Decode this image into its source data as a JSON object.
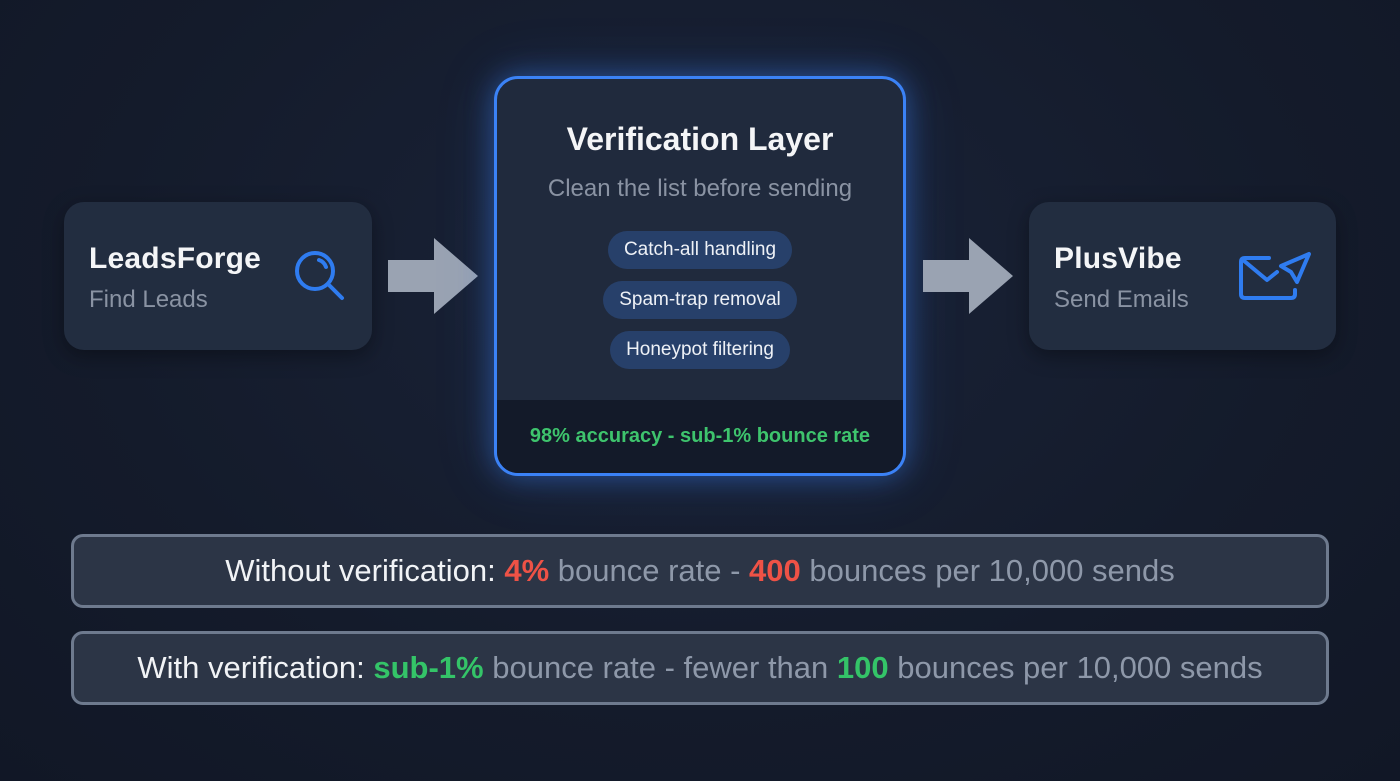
{
  "nodes": {
    "source": {
      "title": "LeadsForge",
      "subtitle": "Find Leads",
      "icon": "search-icon"
    },
    "verification": {
      "title": "Verification Layer",
      "subtitle": "Clean the list before sending",
      "features": [
        "Catch-all handling",
        "Spam-trap removal",
        "Honeypot filtering"
      ],
      "footer": "98% accuracy - sub-1% bounce rate"
    },
    "destination": {
      "title": "PlusVibe",
      "subtitle": "Send Emails",
      "icon": "send-email-icon"
    }
  },
  "arrows": [
    "arrow-right-icon",
    "arrow-right-icon"
  ],
  "comparison": {
    "without": {
      "label": "Without verification: ",
      "rate": "4%",
      "middle": " bounce rate - ",
      "count": "400",
      "tail": " bounces per 10,000 sends"
    },
    "with": {
      "label": "With verification: ",
      "rate": "sub-1%",
      "middle": " bounce rate - fewer than ",
      "count": "100",
      "tail": " bounces per 10,000 sends"
    }
  },
  "colors": {
    "accent_blue": "#3b82f6",
    "success_green": "#3ec46d",
    "danger_red": "#ee5246",
    "background": "#141b2b",
    "card": "#222d40",
    "arrow": "#9aa3b2"
  }
}
